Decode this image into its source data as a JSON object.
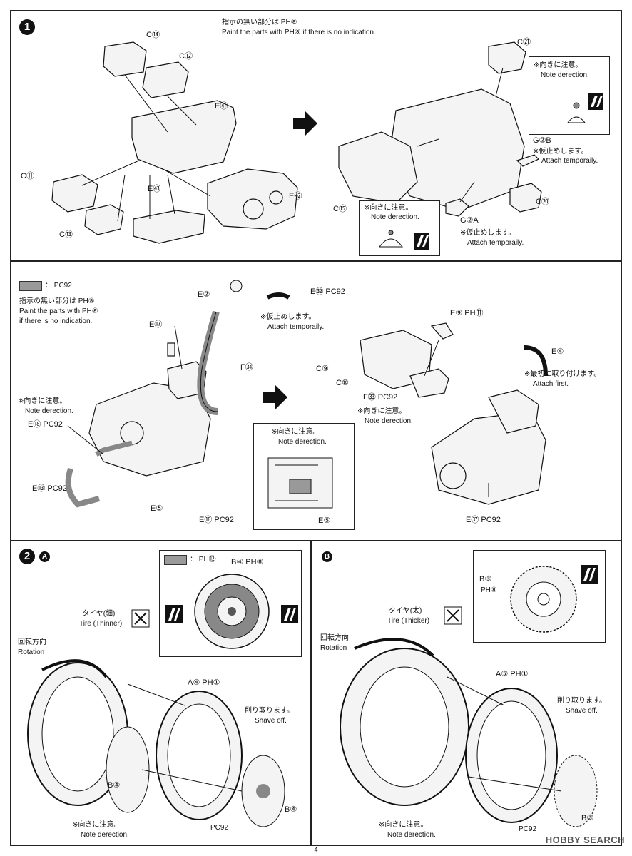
{
  "page_number": "4",
  "watermark": "HOBBY SEARCH",
  "step1": {
    "number": "1",
    "note_jp": "指示の無い部分は PH⑧",
    "note_en": "Paint the parts with PH⑧ if there is no indication.",
    "parts_left": [
      "C⑭",
      "C⑫",
      "E㊶",
      "C⑪",
      "E㊸",
      "E㊷",
      "C⑬"
    ],
    "parts_right": [
      "C㉑",
      "G②B",
      "C⑳",
      "G②A",
      "C⑮"
    ],
    "g2b_note_jp": "※仮止めします。",
    "g2b_note_en": "Attach temporaily.",
    "g2a_note_jp": "※仮止めします。",
    "g2a_note_en": "Attach temporaily.",
    "caution_box1_jp": "※向きに注意。",
    "caution_box1_en": "Note derection.",
    "caution_box2_jp": "※向きに注意。",
    "caution_box2_en": "Note derection."
  },
  "step1b": {
    "swatch_label": "： PC92",
    "note_jp": "指示の無い部分は PH⑧",
    "note_en1": "Paint the parts with PH⑧",
    "note_en2": "if there is no indication.",
    "parts_left": [
      "E②",
      "E㉜ PC92",
      "E⑰",
      "F㉞",
      "E⑱ PC92",
      "E⑬ PC92",
      "E⑤",
      "E⑯ PC92"
    ],
    "temp_jp": "※仮止めします。",
    "temp_en": "Attach temporaily.",
    "caution_left_jp": "※向きに注意。",
    "caution_left_en": "Note derection.",
    "inset_jp": "※向きに注意。",
    "inset_en": "Note derection.",
    "inset_part": "E⑤",
    "parts_right": [
      "E⑨ PH⑪",
      "C⑨",
      "C⑩",
      "F㉝ PC92",
      "E④",
      "E㊲ PC92"
    ],
    "caution_right_jp": "※向きに注意。",
    "caution_right_en": "Note derection.",
    "first_jp": "※最初に取り付けます。",
    "first_en": "Attach first."
  },
  "step2a": {
    "number": "2",
    "sub": "A",
    "swatch_label": "： PH⑫",
    "disc_label": "B④ PH⑧",
    "tire_jp": "タイヤ(細)",
    "tire_en": "Tire (Thinner)",
    "rot_jp": "回転方向",
    "rot_en": "Rotation",
    "wheel_part": "A④ PH①",
    "shave_jp": "削り取ります。",
    "shave_en": "Shave off.",
    "disc_left": "B④",
    "disc_right": "B④",
    "caution_jp": "※向きに注意。",
    "caution_en": "Note derection.",
    "pc92": "PC92"
  },
  "step2b": {
    "sub": "B",
    "inset_part": "B③",
    "inset_paint": "PH⑧",
    "tire_jp": "タイヤ(太)",
    "tire_en": "Tire (Thicker)",
    "rot_jp": "回転方向",
    "rot_en": "Rotation",
    "wheel_part": "A⑤ PH①",
    "shave_jp": "削り取ります。",
    "shave_en": "Shave off.",
    "disc": "B③",
    "caution_jp": "※向きに注意。",
    "caution_en": "Note derection.",
    "pc92": "PC92"
  }
}
